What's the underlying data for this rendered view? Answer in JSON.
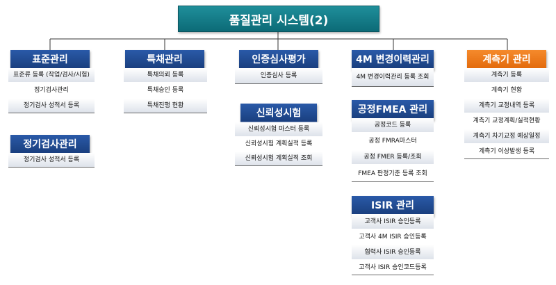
{
  "title": "품질관리 시스템(2)",
  "columns": [
    {
      "header": "표준관리",
      "items": [
        "표준류 등록 (작업/검사/시험)",
        "정기검사관리",
        "정기검사 성적서 등록"
      ]
    },
    {
      "header": "정기검사관리",
      "items": [
        "정기검사 성적서 등록"
      ]
    },
    {
      "header": "특채관리",
      "items": [
        "특채의뢰 등록",
        "특채승인 등록",
        "특채진행 현황"
      ]
    },
    {
      "header": "인증심사평가",
      "items": [
        "인증심사 등록"
      ]
    },
    {
      "header": "신뢰성시험",
      "items": [
        "신뢰성시험 마스터 등록",
        "신뢰성시험 계획실적 등록",
        "신뢰성시험 계획실적 조회"
      ]
    },
    {
      "header": "4M 변경이력관리",
      "items": [
        "4M 변경이력관리 등록 조회"
      ]
    },
    {
      "header": "공정FMEA 관리",
      "items": [
        "공정코드 등록",
        "공정 FMRA마스터",
        "공정 FMER 등록/조회",
        "FMEA 판정기준 등록 조회"
      ]
    },
    {
      "header": "ISIR 관리",
      "items": [
        "고객사 ISIR 승인등록",
        "고객사 4M ISIR 승인등록",
        "협력사 ISIR 승인등록",
        "고객사 ISIR 승인코드등록"
      ]
    },
    {
      "header": "계측기 관리",
      "items": [
        "계측기 등록",
        "계측기 현황",
        "계측기 교정내역 등록",
        "계측기 교정계획/실적현황",
        "계측기 차기교정 예상일정",
        "계측기 이상발생 등록"
      ]
    }
  ],
  "colors": {
    "root": "#0c6b77",
    "header": "#1a3f7f",
    "highlight": "#e36b0d"
  }
}
